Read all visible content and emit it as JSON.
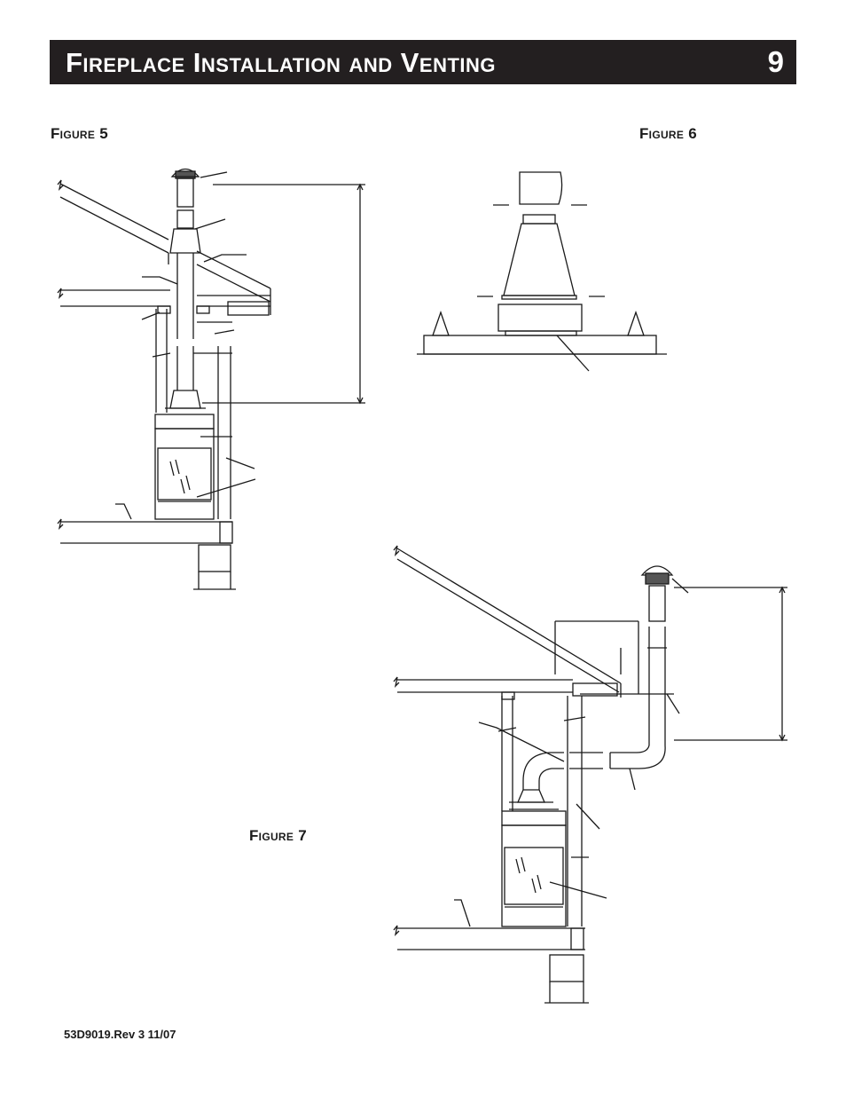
{
  "header": {
    "title": "Fireplace Installation and Venting",
    "page_number": "9"
  },
  "figures": [
    {
      "label": "Figure 5"
    },
    {
      "label": "Figure 6"
    },
    {
      "label": "Figure 7"
    }
  ],
  "footer": {
    "doc_id": "53D9019.Rev 3 11/07"
  }
}
